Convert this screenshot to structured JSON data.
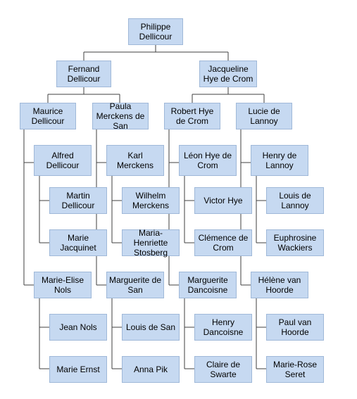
{
  "colors": {
    "box_fill": "#c6d9f1",
    "box_border": "#9fb8d8",
    "connector": "#3f3f3f",
    "text": "#000000"
  },
  "nodes": [
    {
      "id": "n-philippe-dellicour",
      "label": "Philippe\nDellicour"
    },
    {
      "id": "n-fernand-dellicour",
      "label": "Fernand\nDellicour"
    },
    {
      "id": "n-jacqueline-hye-de-crom",
      "label": "Jacqueline\nHye de Crom"
    },
    {
      "id": "n-maurice-dellicour",
      "label": "Maurice\nDellicour"
    },
    {
      "id": "n-paula-merckens-de-san",
      "label": "Paula\nMerckens de\nSan"
    },
    {
      "id": "n-robert-hye-de-crom",
      "label": "Robert Hye\nde Crom"
    },
    {
      "id": "n-lucie-de-lannoy",
      "label": "Lucie de\nLannoy"
    },
    {
      "id": "n-alfred-dellicour",
      "label": "Alfred\nDellicour"
    },
    {
      "id": "n-martin-dellicour",
      "label": "Martin\nDellicour"
    },
    {
      "id": "n-marie-jacquinet",
      "label": "Marie\nJacquinet"
    },
    {
      "id": "n-marie-elise-nols",
      "label": "Marie-Elise\nNols"
    },
    {
      "id": "n-jean-nols",
      "label": "Jean Nols"
    },
    {
      "id": "n-marie-ernst",
      "label": "Marie Ernst"
    },
    {
      "id": "n-karl-merckens",
      "label": "Karl\nMerckens"
    },
    {
      "id": "n-wilhelm-merckens",
      "label": "Wilhelm\nMerckens"
    },
    {
      "id": "n-maria-henriette-stosberg",
      "label": "Maria-\nHenriette\nStosberg"
    },
    {
      "id": "n-marguerite-de-san",
      "label": "Marguerite de\nSan"
    },
    {
      "id": "n-louis-de-san",
      "label": "Louis  de San"
    },
    {
      "id": "n-anna-pik",
      "label": "Anna Pik"
    },
    {
      "id": "n-leon-hye-de-crom",
      "label": "Léon Hye de\nCrom"
    },
    {
      "id": "n-victor-hye",
      "label": "Victor Hye"
    },
    {
      "id": "n-clemence-de-crom",
      "label": "Clémence de\nCrom"
    },
    {
      "id": "n-marguerite-dancoisne",
      "label": "Marguerite\nDancoisne"
    },
    {
      "id": "n-henry-dancoisne",
      "label": "Henry\nDancoisne"
    },
    {
      "id": "n-claire-de-swarte",
      "label": "Claire de\nSwarte"
    },
    {
      "id": "n-henry-de-lannoy",
      "label": "Henry de\nLannoy"
    },
    {
      "id": "n-louis-de-lannoy",
      "label": "Louis de\nLannoy"
    },
    {
      "id": "n-euphrosine-wackiers",
      "label": "Euphrosine\nWackiers"
    },
    {
      "id": "n-helene-van-hoorde",
      "label": "Hélène van\nHoorde"
    },
    {
      "id": "n-paul-van-hoorde",
      "label": "Paul van\nHoorde"
    },
    {
      "id": "n-marie-rose-seret",
      "label": "Marie-Rose\nSeret"
    }
  ]
}
